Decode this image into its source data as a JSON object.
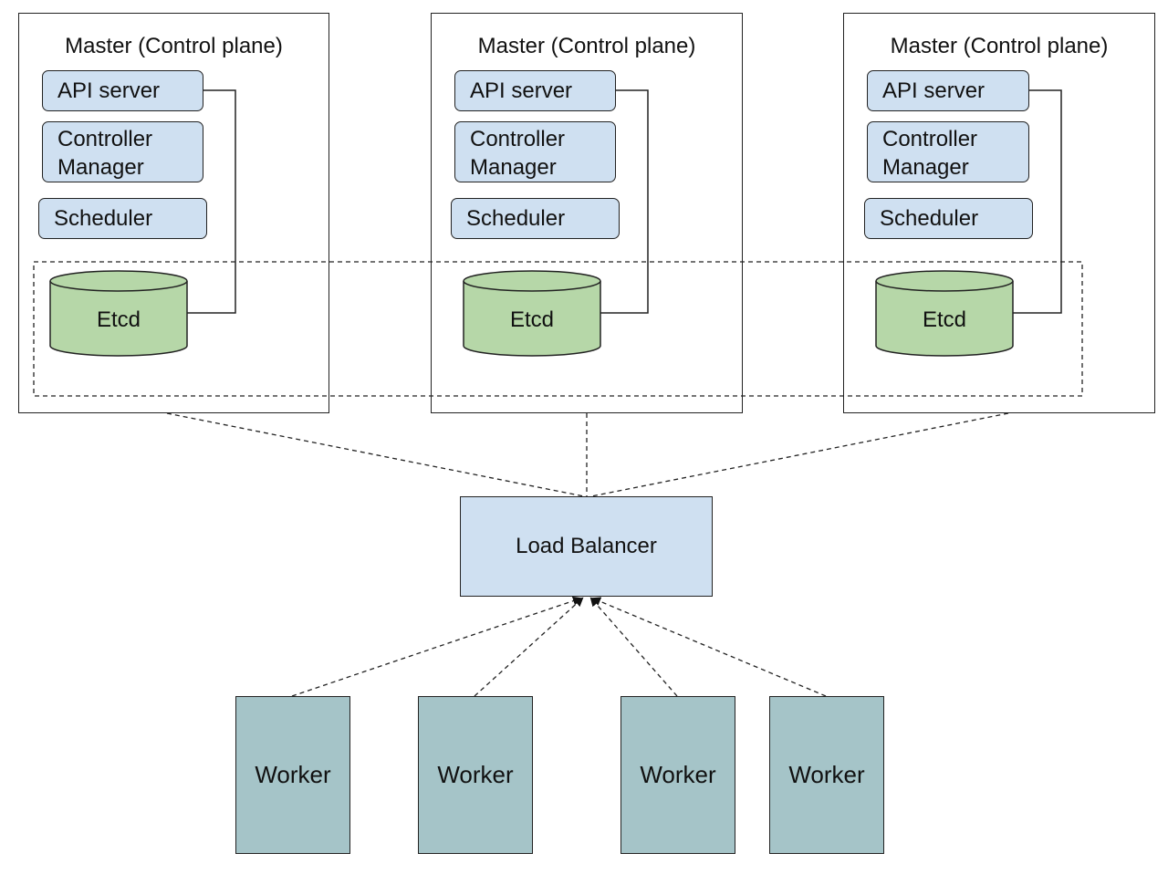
{
  "masters": [
    {
      "title": "Master (Control plane)",
      "api_server": "API server",
      "controller_manager": "Controller\nManager",
      "scheduler": "Scheduler",
      "etcd": "Etcd"
    },
    {
      "title": "Master (Control plane)",
      "api_server": "API server",
      "controller_manager": "Controller\nManager",
      "scheduler": "Scheduler",
      "etcd": "Etcd"
    },
    {
      "title": "Master (Control plane)",
      "api_server": "API server",
      "controller_manager": "Controller\nManager",
      "scheduler": "Scheduler",
      "etcd": "Etcd"
    }
  ],
  "load_balancer": {
    "label": "Load Balancer"
  },
  "workers": [
    {
      "label": "Worker"
    },
    {
      "label": "Worker"
    },
    {
      "label": "Worker"
    },
    {
      "label": "Worker"
    }
  ],
  "colors": {
    "component_fill": "#cfe0f1",
    "etcd_fill": "#b6d7a8",
    "worker_fill": "#a5c4c8",
    "stroke": "#222222"
  }
}
